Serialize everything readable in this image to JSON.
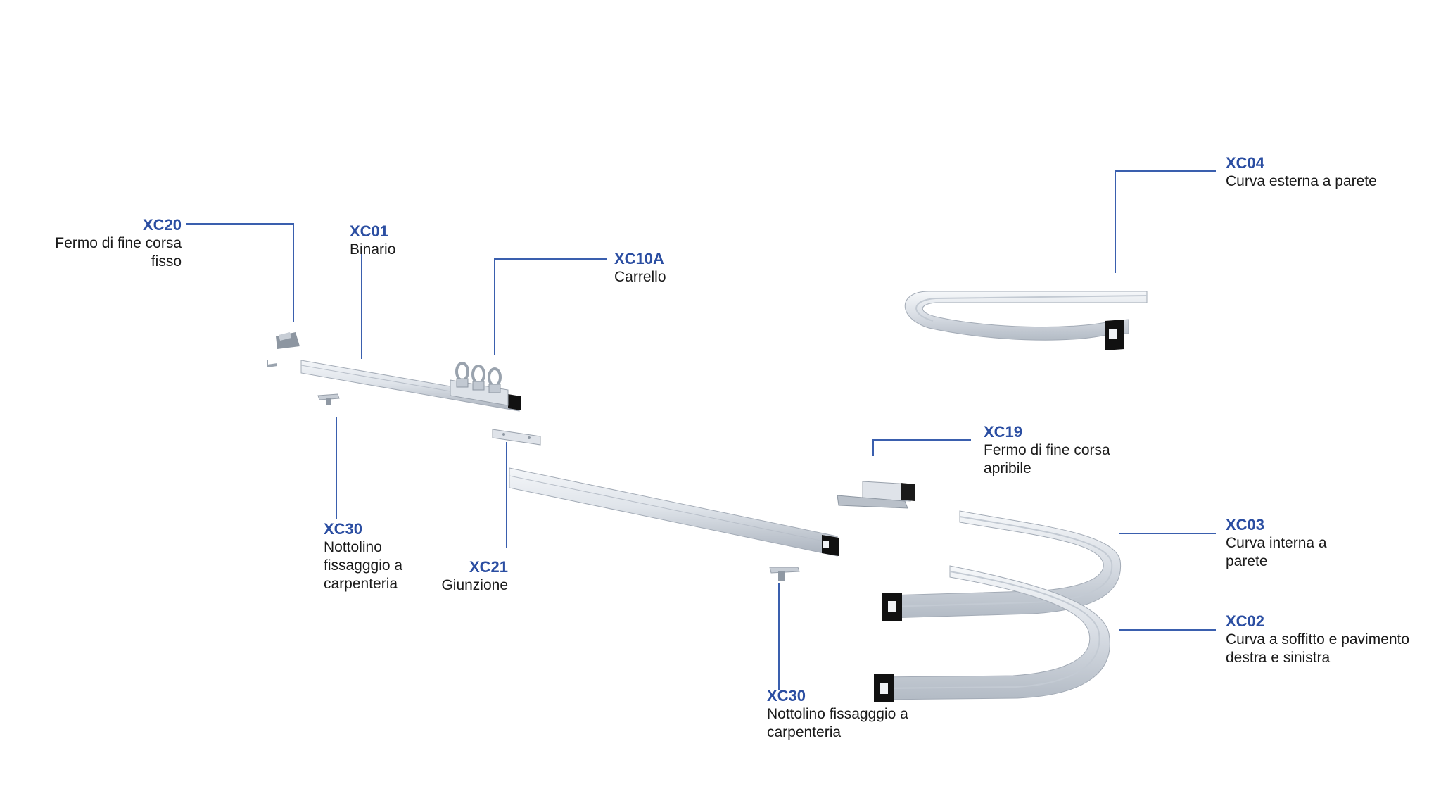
{
  "colors": {
    "code": "#2b4ea2",
    "leader": "#3a5fae",
    "text": "#1a1a1a",
    "metal_light": "#eef1f5",
    "metal_mid": "#c9cfd8",
    "metal_dark": "#9aa3ae",
    "slot": "#111111"
  },
  "components": [
    {
      "id": "xc20",
      "code": "XC20",
      "desc": "Fermo di fine corsa\nfisso"
    },
    {
      "id": "xc01",
      "code": "XC01",
      "desc": "Binario"
    },
    {
      "id": "xc10a",
      "code": "XC10A",
      "desc": "Carrello"
    },
    {
      "id": "xc30a",
      "code": "XC30",
      "desc": "Nottolino\nfissagggio a\ncarpenteria"
    },
    {
      "id": "xc21",
      "code": "XC21",
      "desc": "Giunzione"
    },
    {
      "id": "xc30b",
      "code": "XC30",
      "desc": "Nottolino fissagggio a\ncarpenteria"
    },
    {
      "id": "xc19",
      "code": "XC19",
      "desc": "Fermo di fine corsa\napribile"
    },
    {
      "id": "xc04",
      "code": "XC04",
      "desc": "Curva esterna a parete"
    },
    {
      "id": "xc03",
      "code": "XC03",
      "desc": "Curva interna a\nparete"
    },
    {
      "id": "xc02",
      "code": "XC02",
      "desc": "Curva a soffitto e pavimento\ndestra e sinistra"
    }
  ]
}
